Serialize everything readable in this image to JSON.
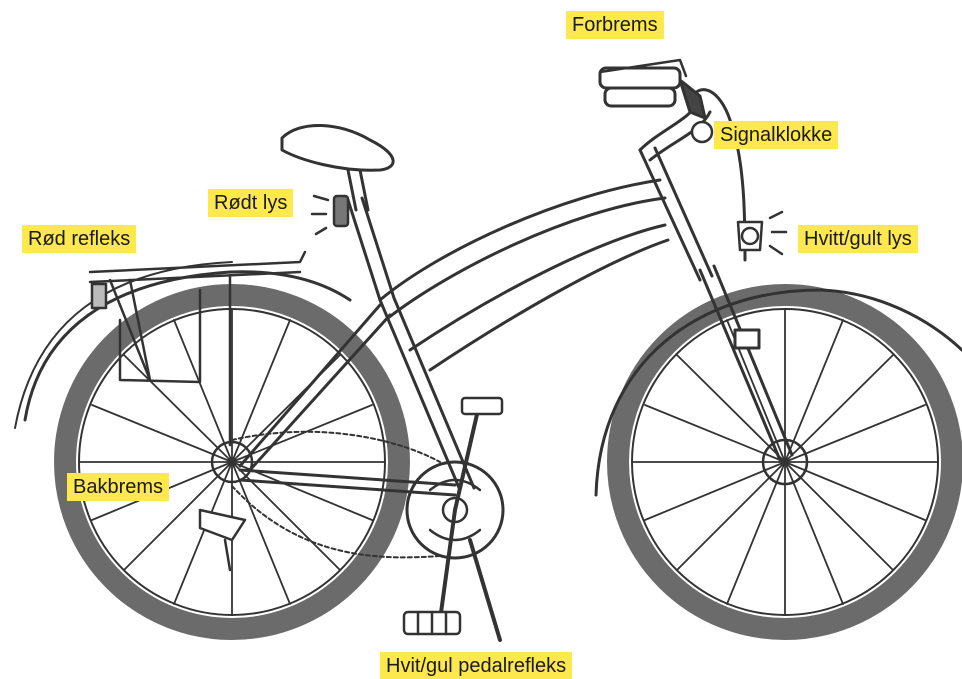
{
  "labels": {
    "forbrems": "Forbrems",
    "signalklokke": "Signalklokke",
    "rodt_lys": "Rødt lys",
    "rod_refleks": "Rød refleks",
    "hvitt_gult_lys": "Hvitt/gult lys",
    "bakbrems": "Bakbrems",
    "pedalrefleks": "Hvit/gul pedalrefleks"
  },
  "colors": {
    "label_background": "#fde84d",
    "tire": "#6b6b6b",
    "line": "#333333"
  }
}
